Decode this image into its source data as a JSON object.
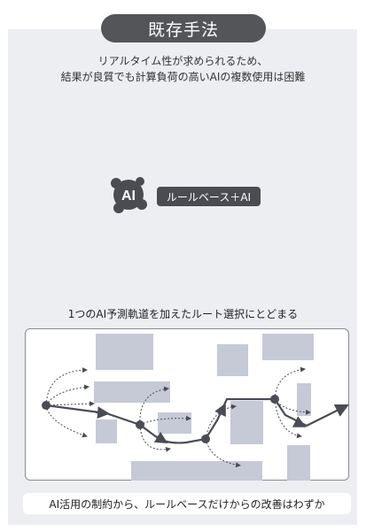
{
  "title": "既存手法",
  "description": {
    "line1": "リアルタイム性が求められるため、",
    "line2": "結果が良質でも計算負荷の高いAIの複数使用は困難"
  },
  "method": {
    "icon_text": "AI",
    "label": "ルールベース＋AI"
  },
  "diagram_label": "1つのAI予測軌道を加えたルート選択にとどまる",
  "footer": "AI活用の制約から、ルールベースだけからの改善はわずか",
  "colors": {
    "dark": "#535559",
    "obstacle": "#c5cad6",
    "route": "#4a4c55",
    "panel": "#eceef1"
  },
  "icons": [
    "ai-gear-icon"
  ]
}
